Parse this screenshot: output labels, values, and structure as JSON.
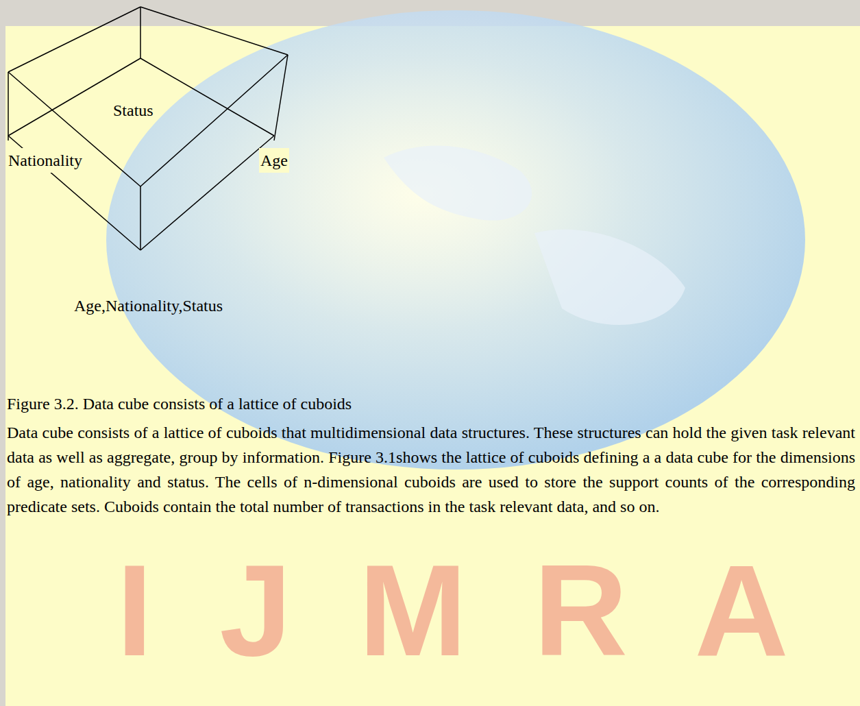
{
  "diagram": {
    "caption": "Figure 3.2. Data cube consists of a lattice of cuboids",
    "labels": [
      "Status",
      "Nationality",
      "Age",
      "Age,Nationality,Status",
      "Data cube consists of a lattice of cuboids that multidimensional data structures. These structures can hold the given task relevant data as well as aggregate, group by information. Figure 3.1shows the lattice of cuboids defining a a data cube for the dimensions of age, nationality and status. The cells of n-dimensional cuboids are used to store the support counts of the corresponding predicate sets. Cuboids contain the total number of transactions in the task relevant data, and so on.",
      "IJMRA"
    ]
  }
}
